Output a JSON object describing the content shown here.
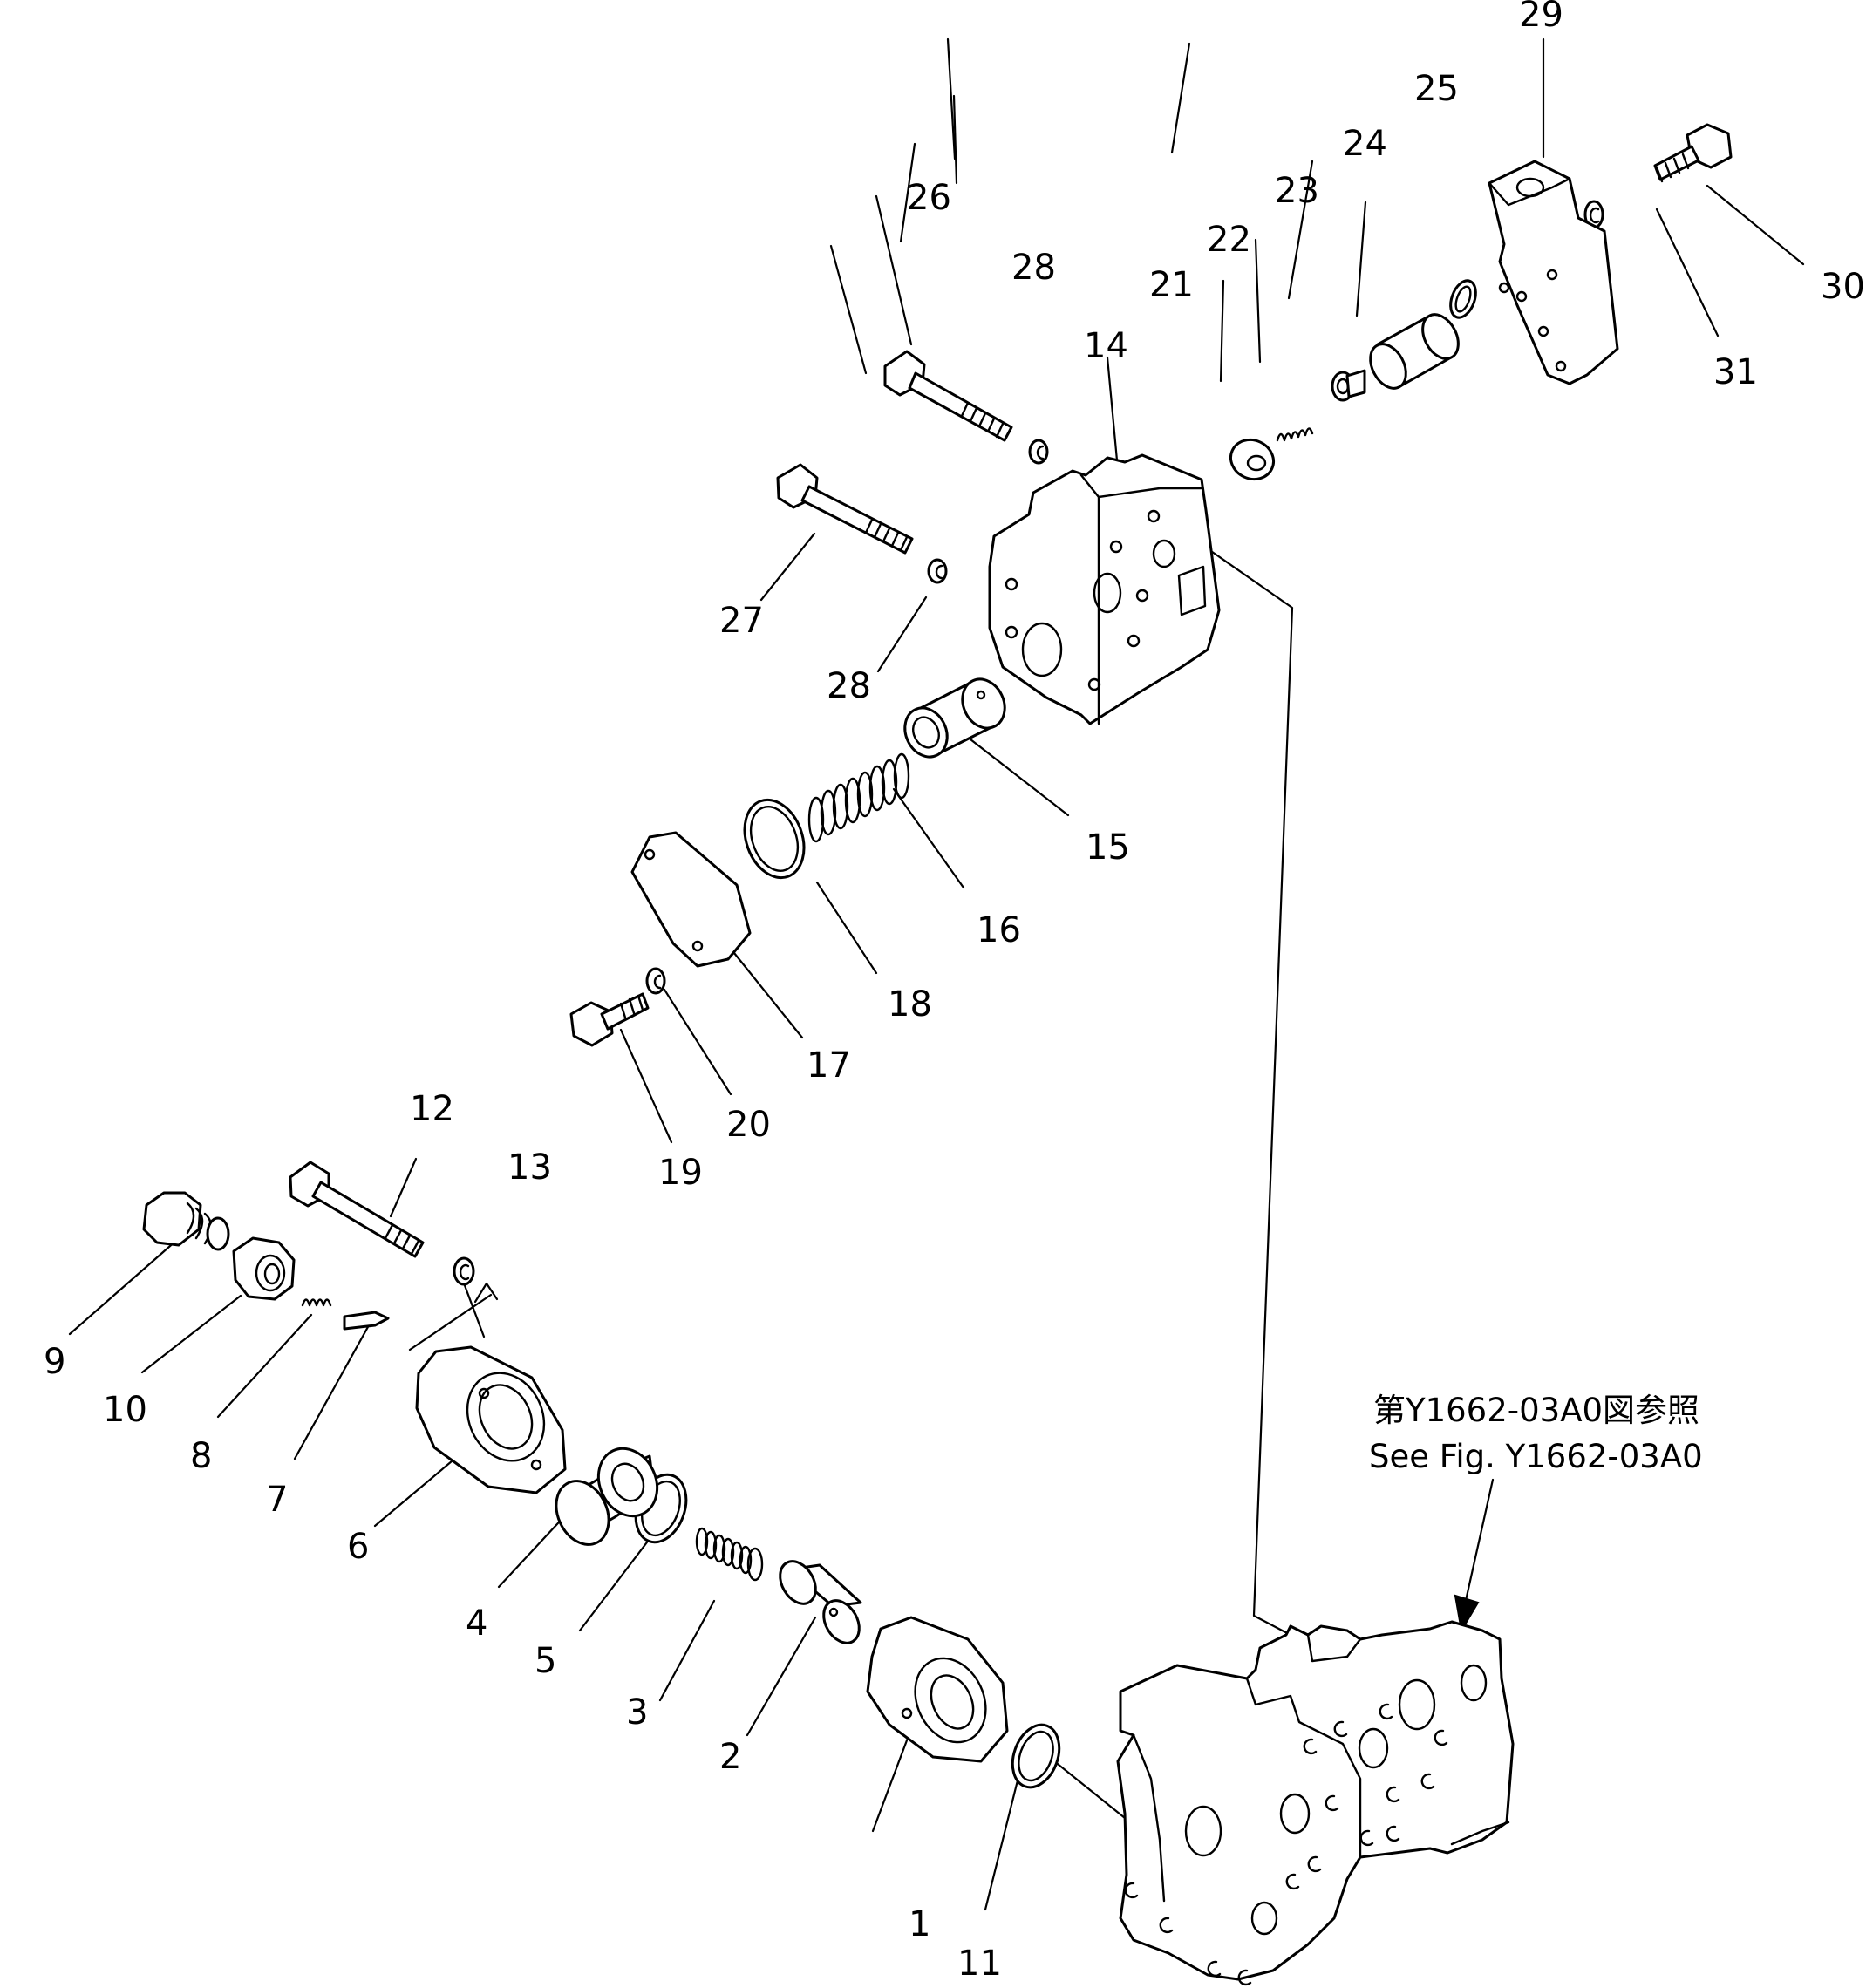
{
  "reference_note": {
    "japanese": "第Y1662-03A0図参照",
    "english": "See Fig. Y1662-03A0"
  },
  "part_numbers": {
    "p1": "1",
    "p2": "2",
    "p3": "3",
    "p4": "4",
    "p5": "5",
    "p6": "6",
    "p7": "7",
    "p8": "8",
    "p9": "9",
    "p10": "10",
    "p11": "11",
    "p12": "12",
    "p13": "13",
    "p14": "14",
    "p15": "15",
    "p16": "16",
    "p17": "17",
    "p18": "18",
    "p19": "19",
    "p20": "20",
    "p21": "21",
    "p22": "22",
    "p23": "23",
    "p24": "24",
    "p25": "25",
    "p26": "26",
    "p27": "27",
    "p28": "28",
    "p28b": "28",
    "p29": "29",
    "p30": "30",
    "p31": "31"
  }
}
